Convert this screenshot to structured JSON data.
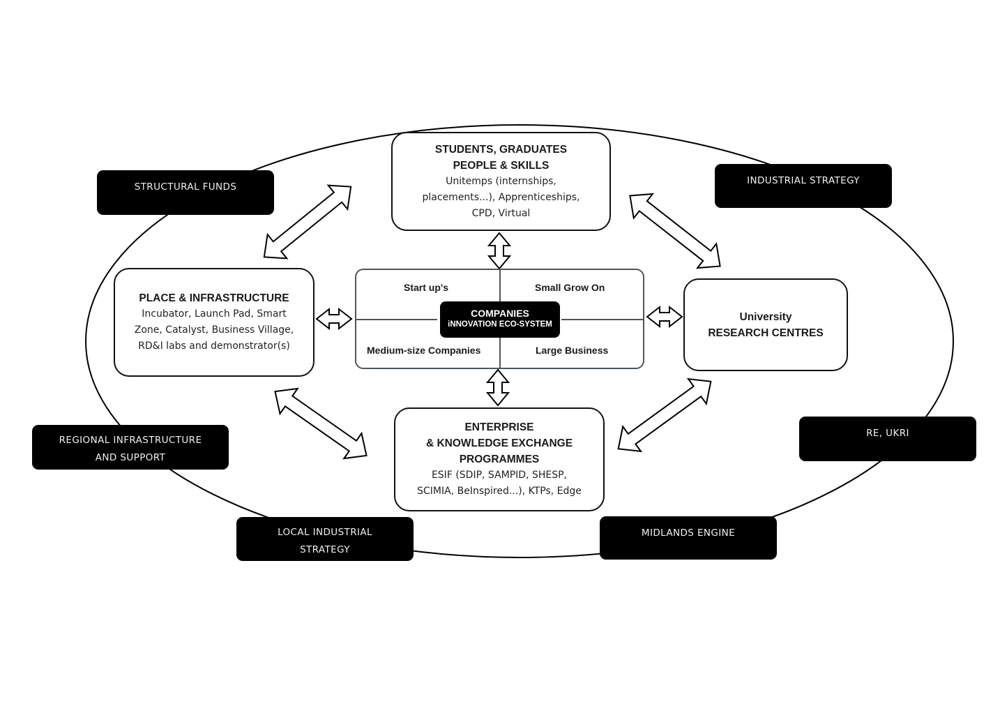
{
  "diagram": {
    "hub": {
      "title": "COMPANIES",
      "subtitle": "iNNOVATION ECO-SYSTEM",
      "quadrants": {
        "top_left": "Start up's",
        "top_right": "Small Grow On",
        "bottom_left": "Medium-size Companies",
        "bottom_right": "Large Business"
      }
    },
    "nodes": {
      "students": {
        "title_line1": "STUDENTS, GRADUATES",
        "title_line2": "PEOPLE & SKILLS",
        "body": "Unitemps (internships,\nplacements...), Apprenticeships,\nCPD, Virtual"
      },
      "place": {
        "title": "PLACE & INFRASTRUCTURE",
        "body": "Incubator, Launch Pad, Smart\nZone, Catalyst, Business Village,\nRD&I labs and demonstrator(s)"
      },
      "research": {
        "title_line1": "University",
        "title_line2": "RESEARCH CENTRES"
      },
      "enterprise": {
        "title_line1": "ENTERPRISE",
        "title_line2": "& KNOWLEDGE EXCHANGE",
        "title_line3": "PROGRAMMES",
        "body": "ESIF (SDIP, SAMPID, SHESP,\nSCIMIA, BeInspired...), KTPs, Edge"
      }
    },
    "outer_labels": {
      "structural_funds": "STRUCTURAL FUNDS",
      "industrial_strategy": "INDUSTRIAL STRATEGY",
      "regional_infrastructure": "REGIONAL INFRASTRUCTURE\nAND SUPPORT",
      "re_ukri": "RE, UKRI",
      "local_industrial_strategy": "LOCAL INDUSTRIAL\nSTRATEGY",
      "midlands_engine": "MIDLANDS ENGINE"
    },
    "colors": {
      "label_fill": "#000000",
      "label_text": "#f0f0f0",
      "hub_border": "#4a5560",
      "box_border": "#111111"
    }
  }
}
